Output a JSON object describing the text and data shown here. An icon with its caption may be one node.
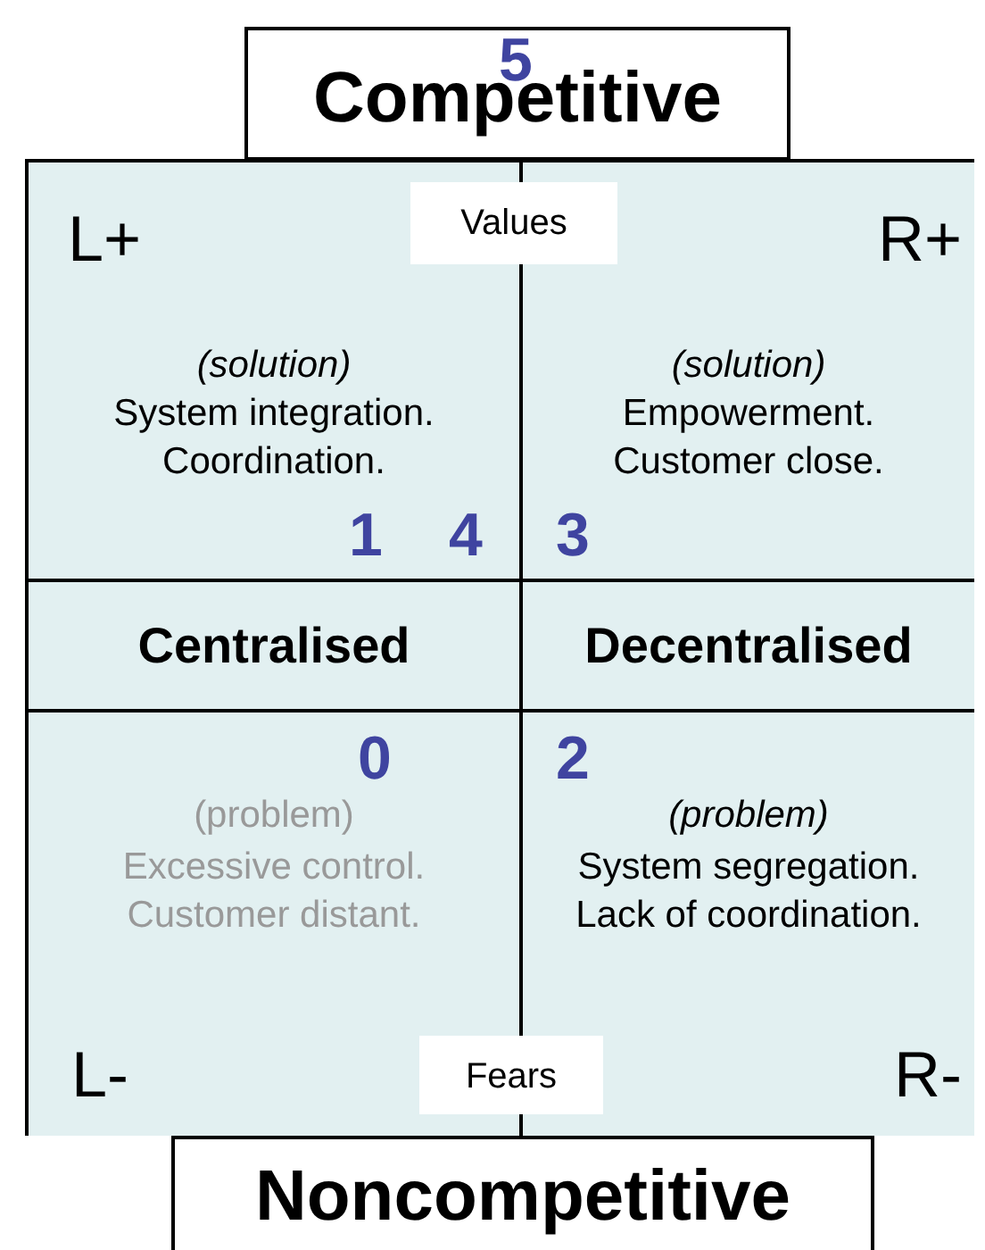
{
  "diagram": {
    "nodes": [
      {
        "text": [
          "Competitive"
        ]
      },
      {
        "text": [],
        "shape": "box"
      },
      {
        "text": [
          "L+",
          "(solution)",
          "System integration. Coordination."
        ],
        "in": 1
      },
      {
        "text": [
          "Values"
        ],
        "in": 1
      },
      {
        "text": [
          "R+",
          "(solution)",
          "Empowerment. Customer close."
        ],
        "in": 1
      },
      {
        "text": [
          "Centralised"
        ],
        "in": 1
      },
      {
        "text": [
          "Decentralised"
        ],
        "in": 1
      },
      {
        "text": [
          "(problem)",
          "Excessive control. Customer distant.",
          "L-"
        ],
        "in": 1
      },
      {
        "text": [
          "(problem)",
          "System segregation. Lack of coordination.",
          "R-"
        ],
        "in": 1
      },
      {
        "text": [
          "Fears"
        ],
        "in": 1
      },
      {
        "text": [
          "Noncompetitive"
        ]
      }
    ],
    "edges": [],
    "labels": [
      "5",
      "1",
      "4",
      "3",
      "0",
      "2"
    ]
  }
}
